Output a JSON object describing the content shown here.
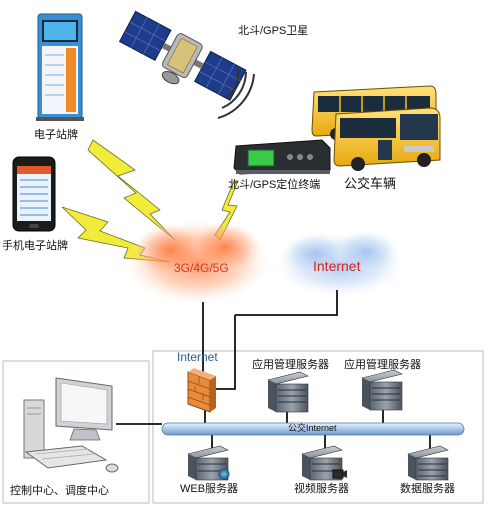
{
  "nodes": {
    "satellite": {
      "label": "北斗/GPS卫星"
    },
    "e_stop_sign": {
      "label": "电子站牌"
    },
    "mobile_stop_sign": {
      "label": "手机电子站牌"
    },
    "gps_terminal": {
      "label": "北斗/GPS定位终端"
    },
    "bus": {
      "label": "公交车辆"
    },
    "cloud_mobile": {
      "label": "3G/4G/5G"
    },
    "cloud_internet": {
      "label": "Internet"
    },
    "firewall": {
      "label": "Internet"
    },
    "app_server_1": {
      "label": "应用管理服务器"
    },
    "app_server_2": {
      "label": "应用管理服务器"
    },
    "bus_line": {
      "label": "公交Internet"
    },
    "control_center": {
      "label": "控制中心、调度中心"
    },
    "web_server": {
      "label": "WEB服务器"
    },
    "video_server": {
      "label": "视频服务器"
    },
    "data_server": {
      "label": "数据服务器"
    }
  },
  "colors": {
    "cloud_red": "#ff7a3c",
    "cloud_blue": "#8fb4e6",
    "internet_text": "#d61f1f",
    "bus_yellow": "#f4c21b",
    "lightning": "#f1ec3a",
    "bus_pipe": "#aac8ea",
    "firewall": "#e98a3c"
  }
}
